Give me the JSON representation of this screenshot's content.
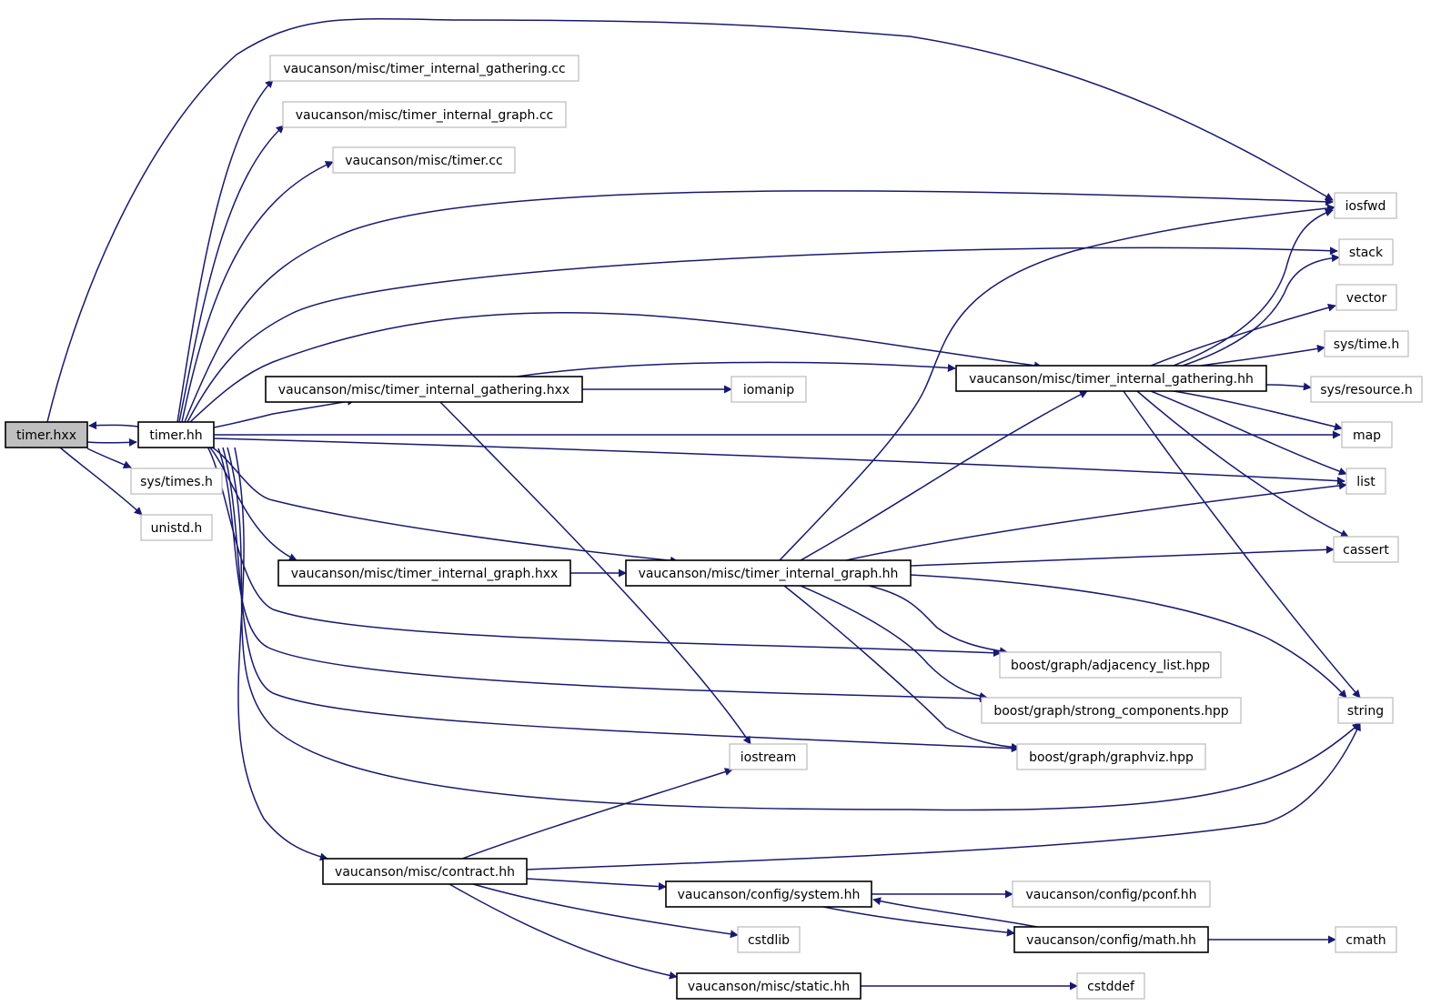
{
  "colors": {
    "edge": "#191970",
    "root_fill": "#bfbfbf",
    "external_border": "#bfbfbf",
    "documented_border": "#000000"
  },
  "nodes": [
    {
      "id": "timer_hxx",
      "label": "timer.hxx",
      "kind": "root"
    },
    {
      "id": "timer_hh",
      "label": "timer.hh",
      "kind": "solid"
    },
    {
      "id": "sys_times_h",
      "label": "sys/times.h",
      "kind": "ext"
    },
    {
      "id": "unistd_h",
      "label": "unistd.h",
      "kind": "ext"
    },
    {
      "id": "tig_cc",
      "label": "vaucanson/misc/timer_internal_gathering.cc",
      "kind": "ext"
    },
    {
      "id": "tigr_cc",
      "label": "vaucanson/misc/timer_internal_graph.cc",
      "kind": "ext"
    },
    {
      "id": "timer_cc",
      "label": "vaucanson/misc/timer.cc",
      "kind": "ext"
    },
    {
      "id": "tig_hxx",
      "label": "vaucanson/misc/timer_internal_gathering.hxx",
      "kind": "solid"
    },
    {
      "id": "iomanip",
      "label": "iomanip",
      "kind": "ext"
    },
    {
      "id": "tig_hh",
      "label": "vaucanson/misc/timer_internal_gathering.hh",
      "kind": "solid"
    },
    {
      "id": "iosfwd",
      "label": "iosfwd",
      "kind": "ext"
    },
    {
      "id": "stack",
      "label": "stack",
      "kind": "ext"
    },
    {
      "id": "vector",
      "label": "vector",
      "kind": "ext"
    },
    {
      "id": "sys_time_h",
      "label": "sys/time.h",
      "kind": "ext"
    },
    {
      "id": "sys_resource_h",
      "label": "sys/resource.h",
      "kind": "ext"
    },
    {
      "id": "map",
      "label": "map",
      "kind": "ext"
    },
    {
      "id": "list",
      "label": "list",
      "kind": "ext"
    },
    {
      "id": "cassert",
      "label": "cassert",
      "kind": "ext"
    },
    {
      "id": "tigr_hxx",
      "label": "vaucanson/misc/timer_internal_graph.hxx",
      "kind": "solid"
    },
    {
      "id": "tigr_hh",
      "label": "vaucanson/misc/timer_internal_graph.hh",
      "kind": "solid"
    },
    {
      "id": "adj_list",
      "label": "boost/graph/adjacency_list.hpp",
      "kind": "ext"
    },
    {
      "id": "strong_comp",
      "label": "boost/graph/strong_components.hpp",
      "kind": "ext"
    },
    {
      "id": "graphviz",
      "label": "boost/graph/graphviz.hpp",
      "kind": "ext"
    },
    {
      "id": "string",
      "label": "string",
      "kind": "ext"
    },
    {
      "id": "iostream",
      "label": "iostream",
      "kind": "ext"
    },
    {
      "id": "contract_hh",
      "label": "vaucanson/misc/contract.hh",
      "kind": "solid"
    },
    {
      "id": "system_hh",
      "label": "vaucanson/config/system.hh",
      "kind": "solid"
    },
    {
      "id": "pconf_hh",
      "label": "vaucanson/config/pconf.hh",
      "kind": "ext"
    },
    {
      "id": "cstdlib",
      "label": "cstdlib",
      "kind": "ext"
    },
    {
      "id": "math_hh",
      "label": "vaucanson/config/math.hh",
      "kind": "solid"
    },
    {
      "id": "cmath",
      "label": "cmath",
      "kind": "ext"
    },
    {
      "id": "static_hh",
      "label": "vaucanson/misc/static.hh",
      "kind": "solid"
    },
    {
      "id": "cstddef",
      "label": "cstddef",
      "kind": "ext"
    }
  ],
  "edges": [
    [
      "timer_hxx",
      "timer_hh"
    ],
    [
      "timer_hh",
      "timer_hxx"
    ],
    [
      "timer_hxx",
      "sys_times_h"
    ],
    [
      "timer_hxx",
      "unistd_h"
    ],
    [
      "timer_hxx",
      "iosfwd"
    ],
    [
      "timer_hh",
      "tig_cc"
    ],
    [
      "timer_hh",
      "tigr_cc"
    ],
    [
      "timer_hh",
      "timer_cc"
    ],
    [
      "timer_hh",
      "iosfwd"
    ],
    [
      "timer_hh",
      "stack"
    ],
    [
      "timer_hh",
      "tig_hh"
    ],
    [
      "timer_hh",
      "tig_hxx"
    ],
    [
      "timer_hh",
      "map"
    ],
    [
      "timer_hh",
      "list"
    ],
    [
      "timer_hh",
      "tigr_hh"
    ],
    [
      "timer_hh",
      "tigr_hxx"
    ],
    [
      "timer_hh",
      "adj_list"
    ],
    [
      "timer_hh",
      "strong_comp"
    ],
    [
      "timer_hh",
      "graphviz"
    ],
    [
      "timer_hh",
      "string"
    ],
    [
      "timer_hh",
      "contract_hh"
    ],
    [
      "tig_hxx",
      "tig_hh"
    ],
    [
      "tig_hxx",
      "iomanip"
    ],
    [
      "tig_hxx",
      "iostream"
    ],
    [
      "tig_hh",
      "iosfwd"
    ],
    [
      "tig_hh",
      "stack"
    ],
    [
      "tig_hh",
      "vector"
    ],
    [
      "tig_hh",
      "sys_time_h"
    ],
    [
      "tig_hh",
      "sys_resource_h"
    ],
    [
      "tig_hh",
      "map"
    ],
    [
      "tig_hh",
      "list"
    ],
    [
      "tig_hh",
      "cassert"
    ],
    [
      "tig_hh",
      "string"
    ],
    [
      "tigr_hxx",
      "tigr_hh"
    ],
    [
      "tigr_hh",
      "iosfwd"
    ],
    [
      "tigr_hh",
      "tig_hh"
    ],
    [
      "tigr_hh",
      "list"
    ],
    [
      "tigr_hh",
      "cassert"
    ],
    [
      "tigr_hh",
      "adj_list"
    ],
    [
      "tigr_hh",
      "strong_comp"
    ],
    [
      "tigr_hh",
      "graphviz"
    ],
    [
      "tigr_hh",
      "string"
    ],
    [
      "contract_hh",
      "iostream"
    ],
    [
      "contract_hh",
      "string"
    ],
    [
      "contract_hh",
      "system_hh"
    ],
    [
      "contract_hh",
      "cstdlib"
    ],
    [
      "contract_hh",
      "static_hh"
    ],
    [
      "system_hh",
      "pconf_hh"
    ],
    [
      "system_hh",
      "math_hh"
    ],
    [
      "math_hh",
      "system_hh"
    ],
    [
      "math_hh",
      "cmath"
    ],
    [
      "static_hh",
      "cstddef"
    ]
  ]
}
